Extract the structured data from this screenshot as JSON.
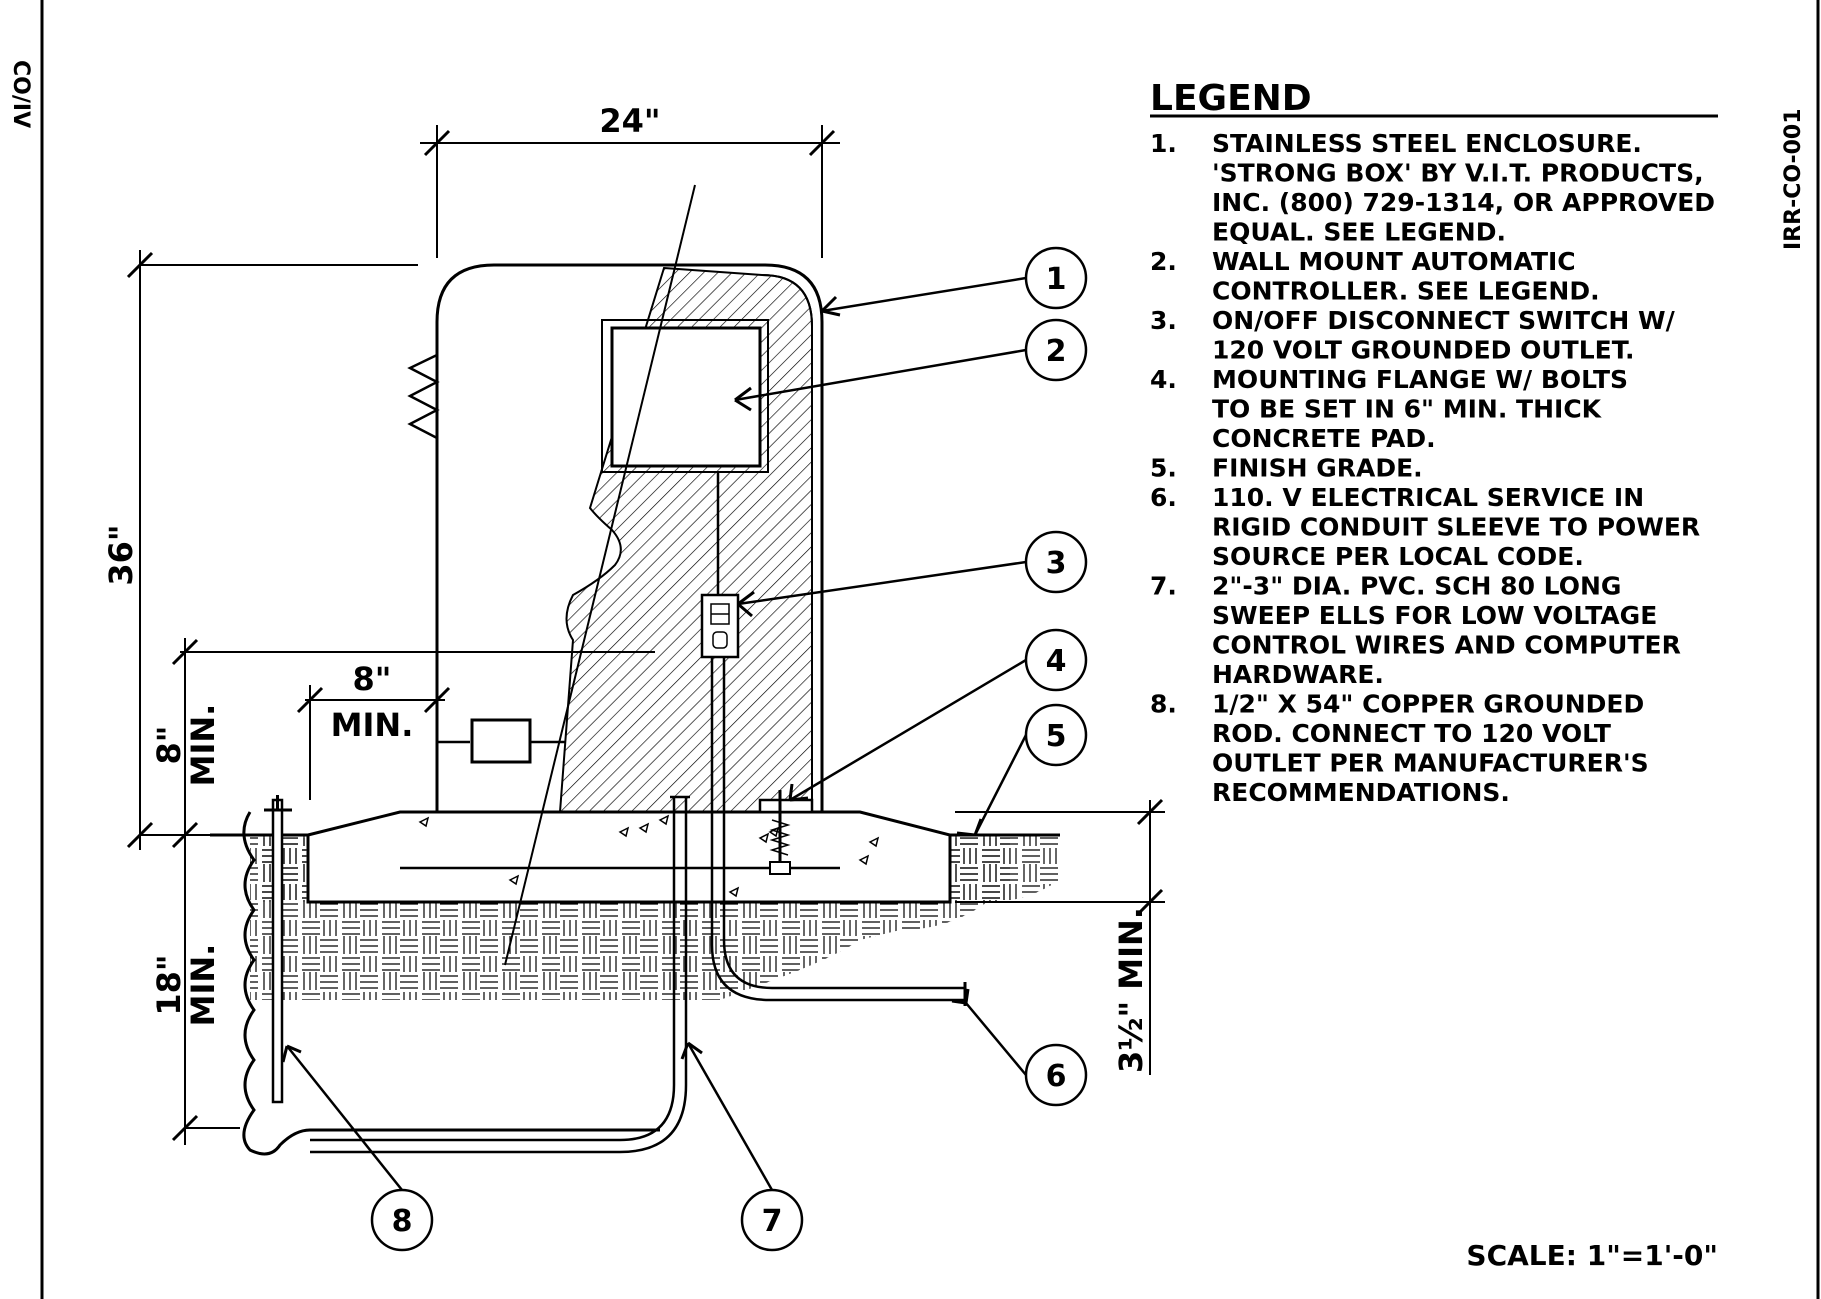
{
  "title_block": {
    "drawing_code": "IRR-CO-001",
    "revision_mark": "CO/IV"
  },
  "dimensions": {
    "width": "24\"",
    "height": "36\"",
    "clearance_top": "8\"",
    "clearance_bottom": "MIN.",
    "left_above": "8\"",
    "left_above_min": "MIN.",
    "left_below": "18\"",
    "left_below_min": "MIN.",
    "right": "3½\" MIN."
  },
  "callouts": [
    "1",
    "2",
    "3",
    "4",
    "5",
    "6",
    "7",
    "8"
  ],
  "legend": {
    "title": "LEGEND",
    "items": [
      {
        "num": "1.",
        "lines": [
          "STAINLESS  STEEL ENCLOSURE.",
          "'STRONG BOX' BY V.I.T. PRODUCTS,",
          "INC. (800) 729-1314, OR APPROVED",
          "EQUAL. SEE LEGEND."
        ]
      },
      {
        "num": "2.",
        "lines": [
          "WALL MOUNT AUTOMATIC",
          "CONTROLLER. SEE LEGEND."
        ]
      },
      {
        "num": "3.",
        "lines": [
          "ON/OFF DISCONNECT SWITCH W/",
          "120 VOLT GROUNDED OUTLET."
        ]
      },
      {
        "num": "4.",
        "lines": [
          "MOUNTING FLANGE W/ BOLTS",
          "TO BE SET IN 6\" MIN. THICK",
          "CONCRETE PAD."
        ]
      },
      {
        "num": "5.",
        "lines": [
          "FINISH GRADE."
        ]
      },
      {
        "num": "6.",
        "lines": [
          "110. V ELECTRICAL SERVICE IN",
          "RIGID CONDUIT SLEEVE TO POWER",
          "SOURCE PER LOCAL CODE."
        ]
      },
      {
        "num": "7.",
        "lines": [
          "2\"-3\" DIA. PVC. SCH 80 LONG",
          "SWEEP ELLS FOR LOW VOLTAGE",
          "CONTROL WIRES AND COMPUTER",
          "HARDWARE."
        ]
      },
      {
        "num": "8.",
        "lines": [
          "1/2\" X  54\" COPPER GROUNDED",
          "ROD.  CONNECT TO 120 VOLT",
          "OUTLET PER MANUFACTURER'S",
          "RECOMMENDATIONS."
        ]
      }
    ]
  },
  "scale": "SCALE: 1\"=1'-0\""
}
